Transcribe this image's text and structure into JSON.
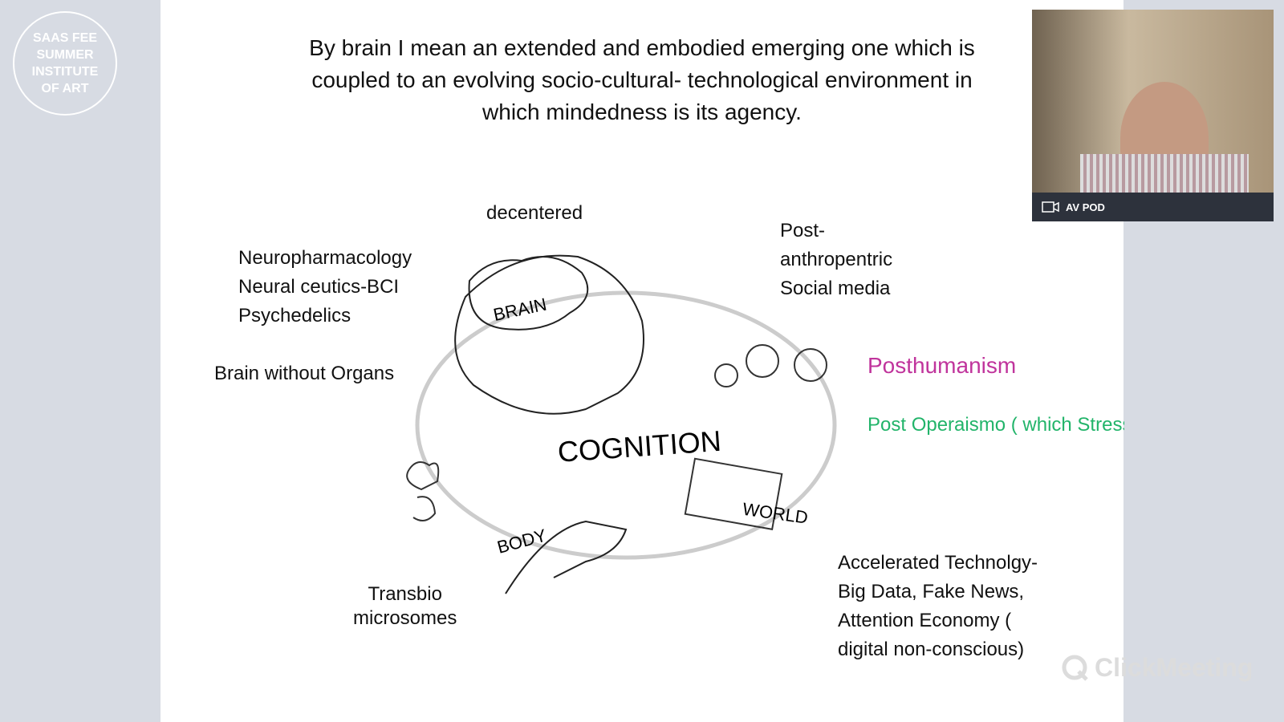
{
  "logo": {
    "text": "SAAS FEE\nSUMMER\nINSTITUTE\nOF ART"
  },
  "slide": {
    "heading": "By brain I mean an extended and embodied emerging one which is\ncoupled to an evolving socio-cultural- technological environment in\nwhich mindedness is its agency.",
    "decentered": "decentered",
    "neuro": "Neuropharmacology\nNeural ceutics-BCI\nPsychedelics",
    "brain_without_organs": "Brain without Organs",
    "post_anthropocentric": "Post-\nanthropentric\nSocial media",
    "posthumanism": "Posthumanism",
    "post_operaismo": "Post Operaismo ( which\nStressed the importance o\nImmaterial labor and\nperformativity. )",
    "accelerated": "Accelerated Technolgy-\nBig  Data, Fake News,\nAttention Economy (\ndigital non-conscious)",
    "transbio": "Transbio\nmicrosomes",
    "sketch_labels": {
      "brain": "BRAIN",
      "cognition": "COGNITION",
      "world": "WORLD",
      "body": "BODY"
    }
  },
  "video": {
    "name": "AV POD",
    "icon": "camera-icon"
  },
  "watermark": "ClickMeeting",
  "colors": {
    "pink": "#c0349c",
    "green": "#22b46a",
    "bar": "#2d323c"
  }
}
